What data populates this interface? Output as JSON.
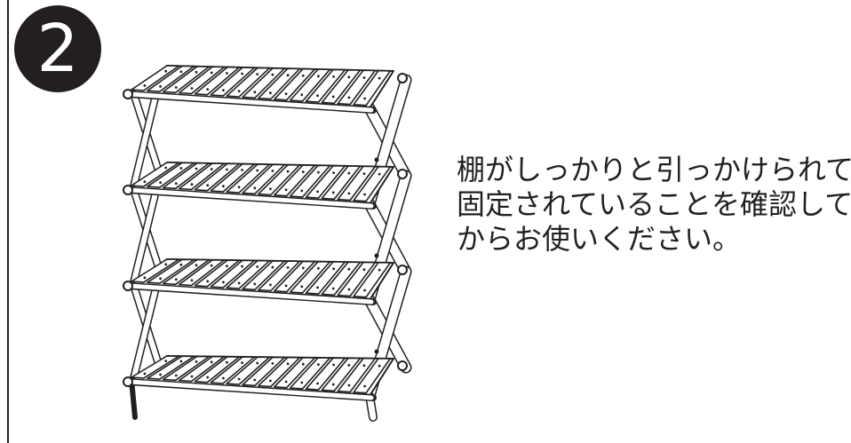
{
  "step": {
    "number": "2"
  },
  "instruction": {
    "lines": [
      "棚がしっかりと引っかけられて",
      "固定されていることを確認して",
      "からお使いください。"
    ]
  },
  "colors": {
    "ink": "#231f20",
    "paper": "#ffffff"
  },
  "illustration": {
    "icon": "folding-four-tier-shelf",
    "tiers": 4,
    "slats_per_tier": 15
  }
}
